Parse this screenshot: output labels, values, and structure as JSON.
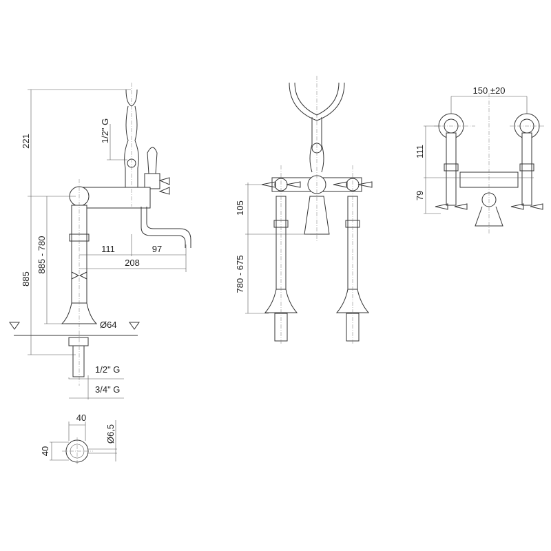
{
  "side_view": {
    "height_top": "221",
    "inlet_thread_top": "1/2\" G",
    "total_height": "885",
    "height_range": "885 - 780",
    "offset_a": "111",
    "offset_b": "97",
    "spout_reach": "208",
    "base_diameter": "Ø64",
    "thread_inner": "1/2\" G",
    "thread_outer": "3/4\" G"
  },
  "plan_detail": {
    "width": "40",
    "height": "40",
    "hole_diameter": "Ø6,5"
  },
  "front_view": {
    "upper_height": "105",
    "lower_range": "780 - 675"
  },
  "top_view": {
    "centers": "150 ±20",
    "upper_height": "111",
    "lower_height": "79"
  }
}
